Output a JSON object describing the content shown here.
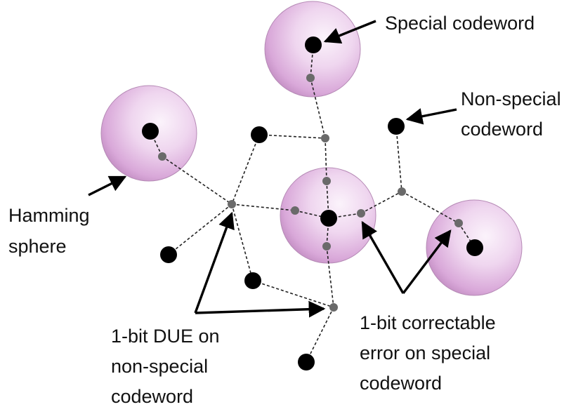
{
  "labels": {
    "special_codeword": "Special codeword",
    "non_special": [
      "Non-special",
      "codeword"
    ],
    "hamming": [
      "Hamming",
      "sphere"
    ],
    "due": [
      "1-bit DUE on",
      "non-special",
      "codeword"
    ],
    "correctable": [
      "1-bit correctable",
      "error on special",
      "codeword"
    ]
  },
  "colors": {
    "sphere_highlight": "#fbf3fb",
    "sphere_mid": "#efcdef",
    "sphere_edge": "#c89cc8",
    "codeword": "#000000",
    "error_word": "#6a6a6a",
    "edge": "#222222",
    "text": "#111111"
  }
}
